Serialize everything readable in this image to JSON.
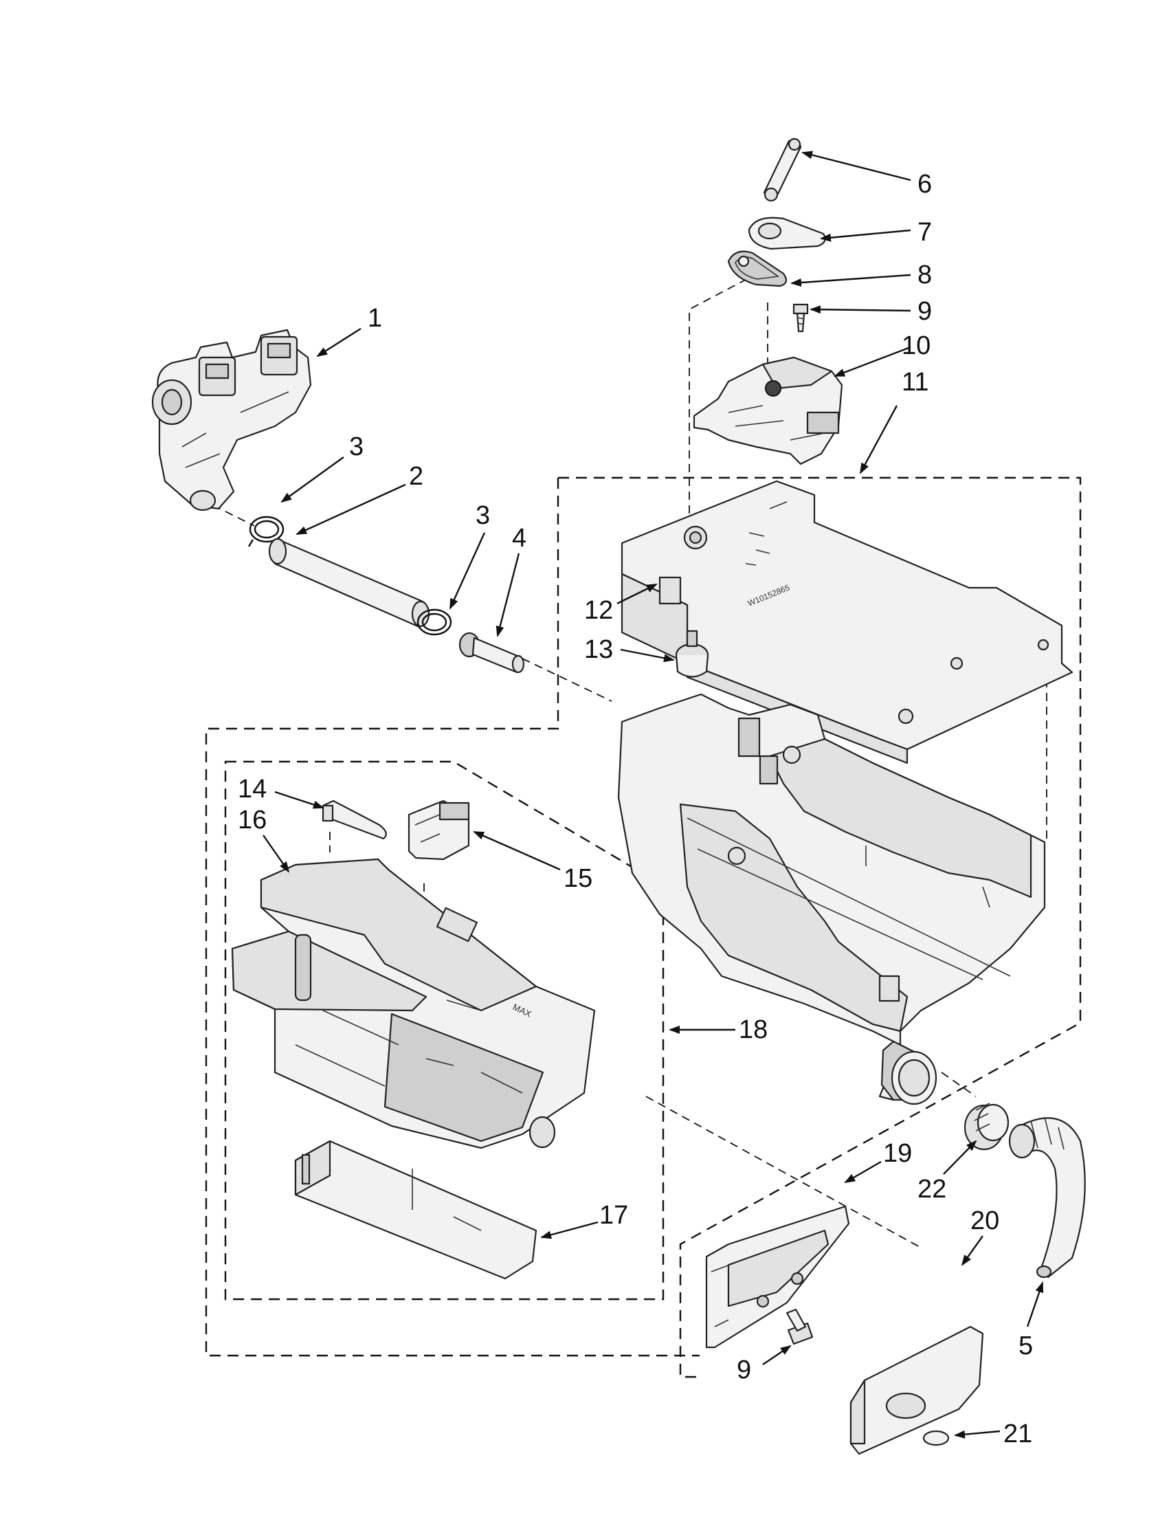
{
  "callouts": [
    {
      "id": "c1",
      "label": "1",
      "part": "inlet valve"
    },
    {
      "id": "c2",
      "label": "2",
      "part": "hose"
    },
    {
      "id": "c3a",
      "label": "3",
      "part": "clamp"
    },
    {
      "id": "c3b",
      "label": "3",
      "part": "clamp"
    },
    {
      "id": "c4",
      "label": "4",
      "part": "connector"
    },
    {
      "id": "c5",
      "label": "5",
      "part": "hose"
    },
    {
      "id": "c6",
      "label": "6",
      "part": "link"
    },
    {
      "id": "c7",
      "label": "7",
      "part": "cam"
    },
    {
      "id": "c8",
      "label": "8",
      "part": "gasket"
    },
    {
      "id": "c9a",
      "label": "9",
      "part": "screw"
    },
    {
      "id": "c9b",
      "label": "9",
      "part": "screw"
    },
    {
      "id": "c10",
      "label": "10",
      "part": "actuator"
    },
    {
      "id": "c11",
      "label": "11",
      "part": "dispenser housing assembly"
    },
    {
      "id": "c12",
      "label": "12",
      "part": "cover"
    },
    {
      "id": "c13",
      "label": "13",
      "part": "valve cap"
    },
    {
      "id": "c14",
      "label": "14",
      "part": "siphon"
    },
    {
      "id": "c15",
      "label": "15",
      "part": "cup"
    },
    {
      "id": "c16",
      "label": "16",
      "part": "drawer"
    },
    {
      "id": "c17",
      "label": "17",
      "part": "drawer front"
    },
    {
      "id": "c18",
      "label": "18",
      "part": "drawer assembly"
    },
    {
      "id": "c19",
      "label": "19",
      "part": "bracket"
    },
    {
      "id": "c20",
      "label": "20",
      "part": "handle"
    },
    {
      "id": "c21",
      "label": "21",
      "part": "insert"
    },
    {
      "id": "c22",
      "label": "22",
      "part": "grommet"
    }
  ],
  "part_markings": {
    "lid_text": "W10152865",
    "drawer_text": "MAX"
  }
}
